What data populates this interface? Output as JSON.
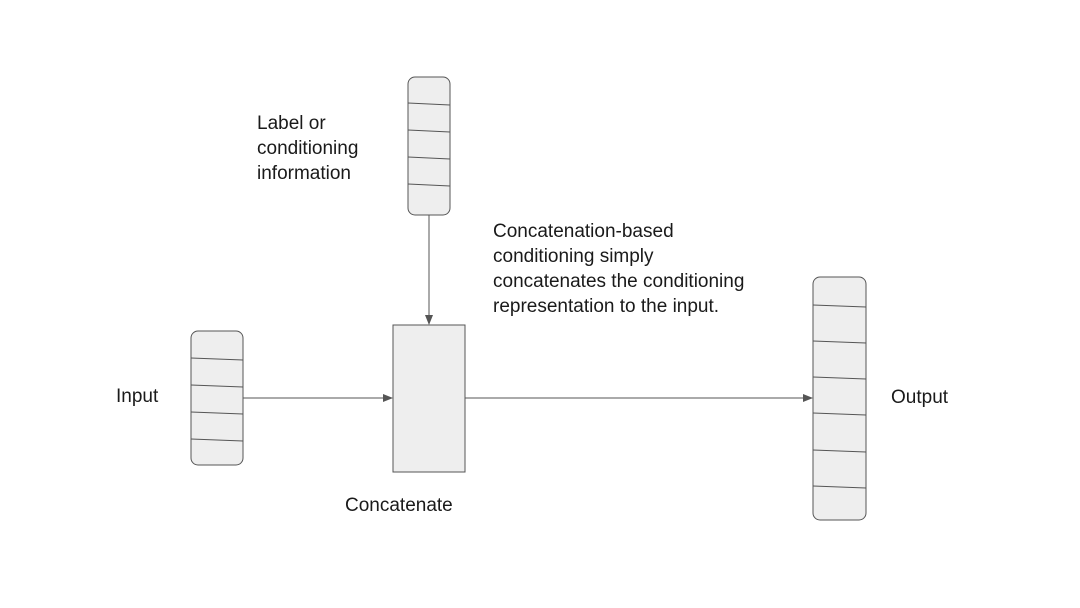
{
  "labels": {
    "input": "Input",
    "output": "Output",
    "concatenate": "Concatenate",
    "conditioning": "Label or\nconditioning\ninformation",
    "description": "Concatenation-based\nconditioning simply\nconcatenates the conditioning\nrepresentation to the input."
  },
  "colors": {
    "box_fill": "#eeeeee",
    "stroke": "#555555",
    "text": "#1a1a1a"
  },
  "nodes": {
    "input_vector": {
      "cells": 5
    },
    "conditioning_vector": {
      "cells": 5
    },
    "concatenate_block": {
      "cells": 1
    },
    "output_vector": {
      "cells": 7
    }
  }
}
